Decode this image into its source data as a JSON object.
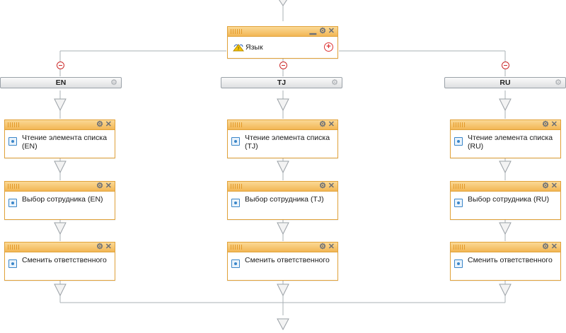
{
  "switch": {
    "label": "Язык"
  },
  "branches": [
    {
      "label": "EN",
      "read_list_item": "Чтение элемента списка (EN)",
      "select_employee": "Выбор сотрудника (EN)",
      "change_responsible": "Сменить ответственного"
    },
    {
      "label": "TJ",
      "read_list_item": "Чтение элемента списка (TJ)",
      "select_employee": "Выбор сотрудника (TJ)",
      "change_responsible": "Сменить ответственного"
    },
    {
      "label": "RU",
      "read_list_item": "Чтение элемента списка (RU)",
      "select_employee": "Выбор сотрудника (RU)",
      "change_responsible": "Сменить ответственного"
    }
  ],
  "icons": {
    "gear": "⚙",
    "close": "✕",
    "minimize": "▁",
    "add": "+"
  },
  "colors": {
    "activity_header": "#f2b655",
    "activity_border": "#e1a23a",
    "connector": "#aab0b6",
    "remove": "#cc2b2b",
    "activity_icon": "#3a86c9"
  }
}
